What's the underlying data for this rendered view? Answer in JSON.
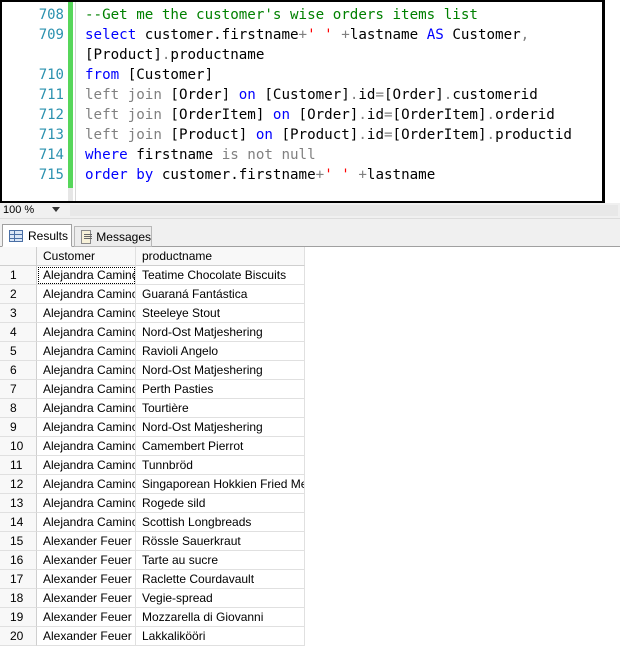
{
  "editor": {
    "lines": [
      {
        "num": "708",
        "segments": [
          {
            "t": "--Get me the customer's wise orders items list",
            "c": "cm"
          }
        ]
      },
      {
        "num": "709",
        "segments": [
          {
            "t": "select",
            "c": "kw"
          },
          {
            "t": " customer.firstname",
            "c": ""
          },
          {
            "t": "+",
            "c": "op"
          },
          {
            "t": "' '",
            "c": "str"
          },
          {
            "t": " ",
            "c": ""
          },
          {
            "t": "+",
            "c": "op"
          },
          {
            "t": "lastname ",
            "c": ""
          },
          {
            "t": "AS",
            "c": "kw"
          },
          {
            "t": " Customer",
            "c": ""
          },
          {
            "t": ",",
            "c": "op"
          }
        ]
      },
      {
        "num": "",
        "segments": [
          {
            "t": "[Product]",
            "c": ""
          },
          {
            "t": ".",
            "c": "op"
          },
          {
            "t": "productname",
            "c": ""
          }
        ]
      },
      {
        "num": "710",
        "segments": [
          {
            "t": "from",
            "c": "kw"
          },
          {
            "t": " [Customer]",
            "c": ""
          }
        ]
      },
      {
        "num": "711",
        "segments": [
          {
            "t": "left join",
            "c": "op"
          },
          {
            "t": " [Order] ",
            "c": ""
          },
          {
            "t": "on",
            "c": "kw"
          },
          {
            "t": " [Customer]",
            "c": ""
          },
          {
            "t": ".",
            "c": "op"
          },
          {
            "t": "id",
            "c": ""
          },
          {
            "t": "=",
            "c": "op"
          },
          {
            "t": "[Order]",
            "c": ""
          },
          {
            "t": ".",
            "c": "op"
          },
          {
            "t": "customerid",
            "c": ""
          }
        ]
      },
      {
        "num": "712",
        "segments": [
          {
            "t": "left join",
            "c": "op"
          },
          {
            "t": " [OrderItem] ",
            "c": ""
          },
          {
            "t": "on",
            "c": "kw"
          },
          {
            "t": " [Order]",
            "c": ""
          },
          {
            "t": ".",
            "c": "op"
          },
          {
            "t": "id",
            "c": ""
          },
          {
            "t": "=",
            "c": "op"
          },
          {
            "t": "[OrderItem]",
            "c": ""
          },
          {
            "t": ".",
            "c": "op"
          },
          {
            "t": "orderid",
            "c": ""
          }
        ]
      },
      {
        "num": "713",
        "segments": [
          {
            "t": "left join",
            "c": "op"
          },
          {
            "t": " [Product] ",
            "c": ""
          },
          {
            "t": "on",
            "c": "kw"
          },
          {
            "t": " [Product]",
            "c": ""
          },
          {
            "t": ".",
            "c": "op"
          },
          {
            "t": "id",
            "c": ""
          },
          {
            "t": "=",
            "c": "op"
          },
          {
            "t": "[OrderItem]",
            "c": ""
          },
          {
            "t": ".",
            "c": "op"
          },
          {
            "t": "productid",
            "c": ""
          }
        ]
      },
      {
        "num": "714",
        "segments": [
          {
            "t": "where",
            "c": "kw"
          },
          {
            "t": " firstname ",
            "c": ""
          },
          {
            "t": "is not null",
            "c": "op"
          }
        ]
      },
      {
        "num": "715",
        "segments": [
          {
            "t": "order by",
            "c": "kw"
          },
          {
            "t": " customer.firstname",
            "c": ""
          },
          {
            "t": "+",
            "c": "op"
          },
          {
            "t": "' '",
            "c": "str"
          },
          {
            "t": " ",
            "c": ""
          },
          {
            "t": "+",
            "c": "op"
          },
          {
            "t": "lastname",
            "c": ""
          }
        ]
      }
    ],
    "colors": {
      "keyword": "#0000ff",
      "comment": "#008000",
      "string": "#ff0000",
      "operator": "#808080",
      "line_number": "#2b91af",
      "change_bar": "#57d65b"
    }
  },
  "status": {
    "zoom": "100 %"
  },
  "tabs": [
    {
      "label": "Results",
      "icon": "results-grid-icon",
      "active": true
    },
    {
      "label": "Messages",
      "icon": "messages-icon",
      "active": false
    }
  ],
  "grid": {
    "columns": [
      "Customer",
      "productname"
    ],
    "rows": [
      {
        "n": "1",
        "customer": "Alejandra Camino",
        "product": "Teatime Chocolate Biscuits"
      },
      {
        "n": "2",
        "customer": "Alejandra Camino",
        "product": "Guaraná Fantástica"
      },
      {
        "n": "3",
        "customer": "Alejandra Camino",
        "product": "Steeleye Stout"
      },
      {
        "n": "4",
        "customer": "Alejandra Camino",
        "product": "Nord-Ost Matjeshering"
      },
      {
        "n": "5",
        "customer": "Alejandra Camino",
        "product": "Ravioli Angelo"
      },
      {
        "n": "6",
        "customer": "Alejandra Camino",
        "product": "Nord-Ost Matjeshering"
      },
      {
        "n": "7",
        "customer": "Alejandra Camino",
        "product": "Perth Pasties"
      },
      {
        "n": "8",
        "customer": "Alejandra Camino",
        "product": "Tourtière"
      },
      {
        "n": "9",
        "customer": "Alejandra Camino",
        "product": "Nord-Ost Matjeshering"
      },
      {
        "n": "10",
        "customer": "Alejandra Camino",
        "product": "Camembert Pierrot"
      },
      {
        "n": "11",
        "customer": "Alejandra Camino",
        "product": "Tunnbröd"
      },
      {
        "n": "12",
        "customer": "Alejandra Camino",
        "product": "Singaporean Hokkien Fried Mee"
      },
      {
        "n": "13",
        "customer": "Alejandra Camino",
        "product": "Rogede sild"
      },
      {
        "n": "14",
        "customer": "Alejandra Camino",
        "product": "Scottish Longbreads"
      },
      {
        "n": "15",
        "customer": "Alexander Feuer",
        "product": "Rössle Sauerkraut"
      },
      {
        "n": "16",
        "customer": "Alexander Feuer",
        "product": "Tarte au sucre"
      },
      {
        "n": "17",
        "customer": "Alexander Feuer",
        "product": "Raclette Courdavault"
      },
      {
        "n": "18",
        "customer": "Alexander Feuer",
        "product": "Vegie-spread"
      },
      {
        "n": "19",
        "customer": "Alexander Feuer",
        "product": "Mozzarella di Giovanni"
      },
      {
        "n": "20",
        "customer": "Alexander Feuer",
        "product": "Lakkalikööri"
      }
    ]
  }
}
